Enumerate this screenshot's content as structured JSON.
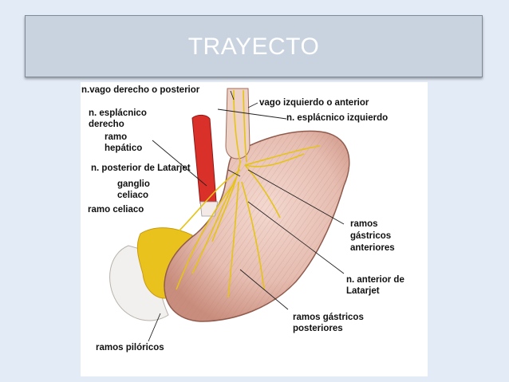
{
  "slide": {
    "title": "TRAYECTO"
  },
  "figure": {
    "labels": {
      "vago_derecho": "n.vago derecho o posterior",
      "vago_izquierdo": "vago izquierdo o anterior",
      "esplacnico_derecho_1": "n. esplácnico",
      "esplacnico_derecho_2": "derecho",
      "esplacnico_izquierdo": "n. esplácnico izquierdo",
      "ramo_hepatico_1": "ramo",
      "ramo_hepatico_2": "hepático",
      "posterior_latarjet": "n. posterior de Latarjet",
      "ganglio_1": "ganglio",
      "ganglio_2": "celiaco",
      "ramo_celiaco": "ramo celiaco",
      "gastricos_ant_1": "ramos",
      "gastricos_ant_2": "gástricos",
      "gastricos_ant_3": "anteriores",
      "anterior_latarjet_1": "n. anterior de",
      "anterior_latarjet_2": "Latarjet",
      "gastricos_post_1": "ramos gástricos",
      "gastricos_post_2": "posteriores",
      "piloricos": "ramos pilóricos"
    }
  }
}
